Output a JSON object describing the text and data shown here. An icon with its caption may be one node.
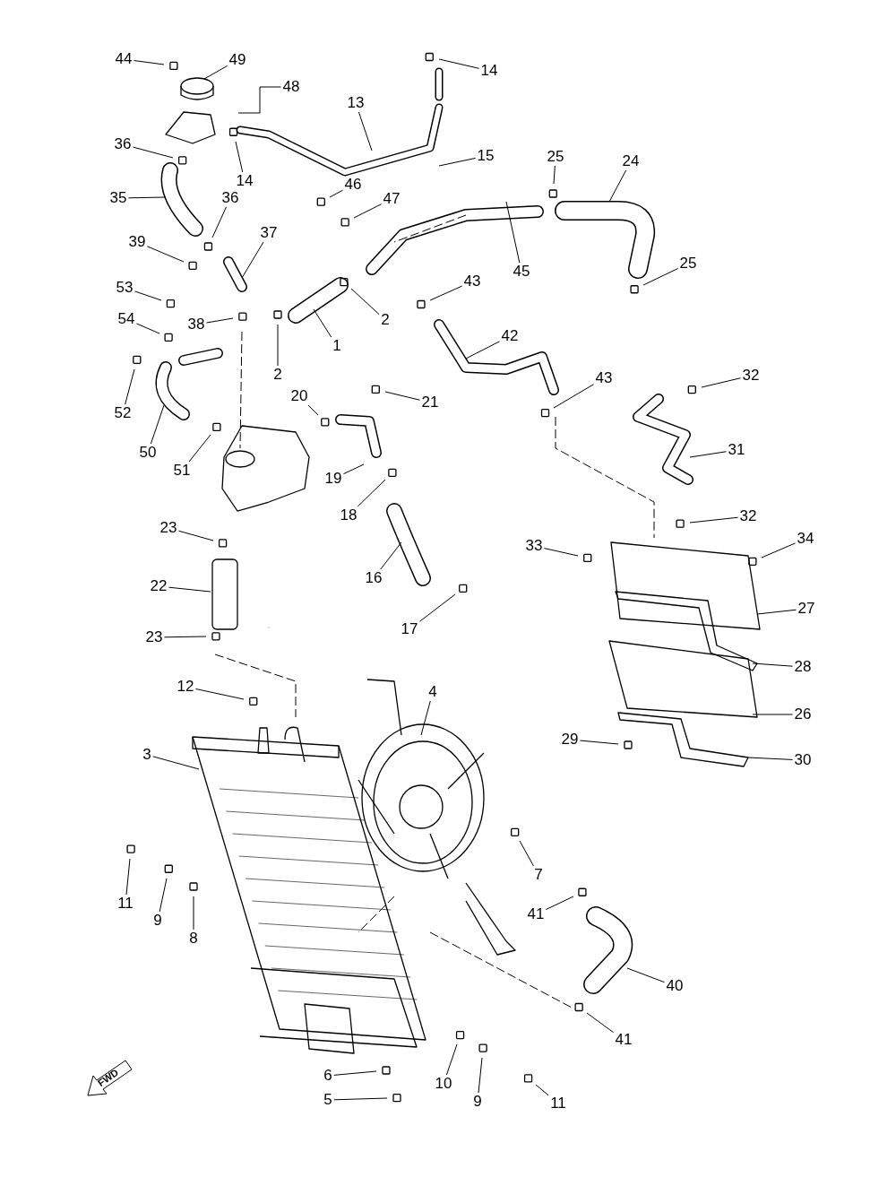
{
  "diagram": {
    "nodes": [
      {
        "text": [
          "44"
        ]
      },
      {
        "text": [
          "49"
        ]
      },
      {
        "text": [
          "48"
        ]
      },
      {
        "text": [
          "14"
        ]
      },
      {
        "text": [
          "13"
        ]
      },
      {
        "text": [
          "14"
        ]
      },
      {
        "text": [
          "36"
        ]
      },
      {
        "text": [
          "15"
        ]
      },
      {
        "text": [
          "25"
        ]
      },
      {
        "text": [
          "24"
        ]
      },
      {
        "text": [
          "46"
        ]
      },
      {
        "text": [
          "47"
        ]
      },
      {
        "text": [
          "36"
        ]
      },
      {
        "text": [
          "35"
        ]
      },
      {
        "text": [
          "45"
        ]
      },
      {
        "text": [
          "25"
        ]
      },
      {
        "text": [
          "39"
        ]
      },
      {
        "text": [
          "37"
        ]
      },
      {
        "text": [
          "43"
        ]
      },
      {
        "text": [
          "53"
        ]
      },
      {
        "text": [
          "2"
        ]
      },
      {
        "text": [
          "38"
        ]
      },
      {
        "text": [
          "54"
        ]
      },
      {
        "text": [
          "1"
        ]
      },
      {
        "text": [
          "42"
        ]
      },
      {
        "text": [
          "2"
        ]
      },
      {
        "text": [
          "43"
        ]
      },
      {
        "text": [
          "32"
        ]
      },
      {
        "text": [
          "20"
        ]
      },
      {
        "text": [
          "21"
        ]
      },
      {
        "text": [
          "52"
        ]
      },
      {
        "text": [
          "31"
        ]
      },
      {
        "text": [
          "50"
        ]
      },
      {
        "text": [
          "51"
        ]
      },
      {
        "text": [
          "19"
        ]
      },
      {
        "text": [
          "18"
        ]
      },
      {
        "text": [
          "32"
        ]
      },
      {
        "text": [
          "23"
        ]
      },
      {
        "text": [
          "34"
        ]
      },
      {
        "text": [
          "33"
        ]
      },
      {
        "text": [
          "16"
        ]
      },
      {
        "text": [
          "22"
        ]
      },
      {
        "text": [
          "17"
        ]
      },
      {
        "text": [
          "27"
        ]
      },
      {
        "text": [
          "23"
        ]
      },
      {
        "text": [
          "28"
        ]
      },
      {
        "text": [
          "12"
        ]
      },
      {
        "text": [
          "4"
        ]
      },
      {
        "text": [
          "26"
        ]
      },
      {
        "text": [
          "29"
        ]
      },
      {
        "text": [
          "30"
        ]
      },
      {
        "text": [
          "3"
        ]
      },
      {
        "text": [
          "7"
        ]
      },
      {
        "text": [
          "11"
        ]
      },
      {
        "text": [
          "9"
        ]
      },
      {
        "text": [
          "8"
        ]
      },
      {
        "text": [
          "41"
        ]
      },
      {
        "text": [
          "40"
        ]
      },
      {
        "text": [
          "41"
        ]
      },
      {
        "text": [
          "6"
        ]
      },
      {
        "text": [
          "10"
        ]
      },
      {
        "text": [
          "9"
        ]
      },
      {
        "text": [
          "11"
        ]
      },
      {
        "text": [
          "5"
        ]
      }
    ],
    "edges": [
      {
        "from": 0,
        "to": null,
        "arrow": "none"
      },
      {
        "from": 1,
        "to": null,
        "arrow": "none"
      },
      {
        "from": 2,
        "to": null,
        "arrow": "none"
      },
      {
        "from": 3,
        "to": null,
        "arrow": "none"
      },
      {
        "from": 4,
        "to": null,
        "arrow": "none"
      },
      {
        "from": 5,
        "to": null,
        "arrow": "none"
      },
      {
        "from": 6,
        "to": null,
        "arrow": "none"
      },
      {
        "from": 7,
        "to": null,
        "arrow": "none"
      },
      {
        "from": 8,
        "to": null,
        "arrow": "none"
      },
      {
        "from": 9,
        "to": null,
        "arrow": "none"
      },
      {
        "from": 10,
        "to": null,
        "arrow": "none"
      },
      {
        "from": 11,
        "to": null,
        "arrow": "none"
      },
      {
        "from": 12,
        "to": null,
        "arrow": "none"
      },
      {
        "from": 13,
        "to": null,
        "arrow": "none"
      },
      {
        "from": 14,
        "to": null,
        "arrow": "none"
      },
      {
        "from": 15,
        "to": null,
        "arrow": "none"
      },
      {
        "from": 16,
        "to": null,
        "arrow": "none"
      },
      {
        "from": 17,
        "to": null,
        "arrow": "none"
      },
      {
        "from": 18,
        "to": null,
        "arrow": "none"
      },
      {
        "from": 19,
        "to": null,
        "arrow": "none"
      },
      {
        "from": 20,
        "to": null,
        "arrow": "none"
      },
      {
        "from": 21,
        "to": null,
        "arrow": "none"
      },
      {
        "from": 22,
        "to": null,
        "arrow": "none"
      },
      {
        "from": 23,
        "to": null,
        "arrow": "none"
      },
      {
        "from": 24,
        "to": null,
        "arrow": "none"
      },
      {
        "from": 25,
        "to": null,
        "arrow": "none"
      },
      {
        "from": 26,
        "to": null,
        "arrow": "none"
      },
      {
        "from": 27,
        "to": null,
        "arrow": "none"
      },
      {
        "from": 28,
        "to": null,
        "arrow": "none"
      },
      {
        "from": 29,
        "to": null,
        "arrow": "none"
      },
      {
        "from": 30,
        "to": null,
        "arrow": "none"
      },
      {
        "from": 31,
        "to": null,
        "arrow": "none"
      },
      {
        "from": 32,
        "to": null,
        "arrow": "none"
      },
      {
        "from": 33,
        "to": null,
        "arrow": "none"
      },
      {
        "from": 34,
        "to": null,
        "arrow": "none"
      },
      {
        "from": 35,
        "to": null,
        "arrow": "none"
      },
      {
        "from": 36,
        "to": null,
        "arrow": "none"
      },
      {
        "from": 37,
        "to": null,
        "arrow": "none"
      },
      {
        "from": 38,
        "to": null,
        "arrow": "none"
      },
      {
        "from": 39,
        "to": null,
        "arrow": "none"
      },
      {
        "from": 40,
        "to": null,
        "arrow": "none"
      },
      {
        "from": 41,
        "to": null,
        "arrow": "none"
      },
      {
        "from": 42,
        "to": null,
        "arrow": "none"
      },
      {
        "from": 43,
        "to": null,
        "arrow": "none"
      },
      {
        "from": 44,
        "to": null,
        "arrow": "none"
      },
      {
        "from": 45,
        "to": null,
        "arrow": "none"
      },
      {
        "from": 46,
        "to": null,
        "arrow": "none"
      },
      {
        "from": 47,
        "to": null,
        "arrow": "none"
      },
      {
        "from": 48,
        "to": null,
        "arrow": "none"
      },
      {
        "from": 49,
        "to": null,
        "arrow": "none"
      },
      {
        "from": 50,
        "to": null,
        "arrow": "none"
      },
      {
        "from": 51,
        "to": null,
        "arrow": "none"
      },
      {
        "from": 52,
        "to": null,
        "arrow": "none"
      },
      {
        "from": 53,
        "to": null,
        "arrow": "none"
      },
      {
        "from": 54,
        "to": null,
        "arrow": "none"
      },
      {
        "from": 55,
        "to": null,
        "arrow": "none"
      },
      {
        "from": 56,
        "to": null,
        "arrow": "none"
      },
      {
        "from": 57,
        "to": null,
        "arrow": "none"
      },
      {
        "from": 58,
        "to": null,
        "arrow": "none"
      },
      {
        "from": 59,
        "to": null,
        "arrow": "none"
      },
      {
        "from": 60,
        "to": null,
        "arrow": "none"
      },
      {
        "from": 61,
        "to": null,
        "arrow": "none"
      },
      {
        "from": 62,
        "to": null,
        "arrow": "none"
      },
      {
        "from": 63,
        "to": null,
        "arrow": "none"
      }
    ],
    "labels": [
      "FWD"
    ]
  }
}
